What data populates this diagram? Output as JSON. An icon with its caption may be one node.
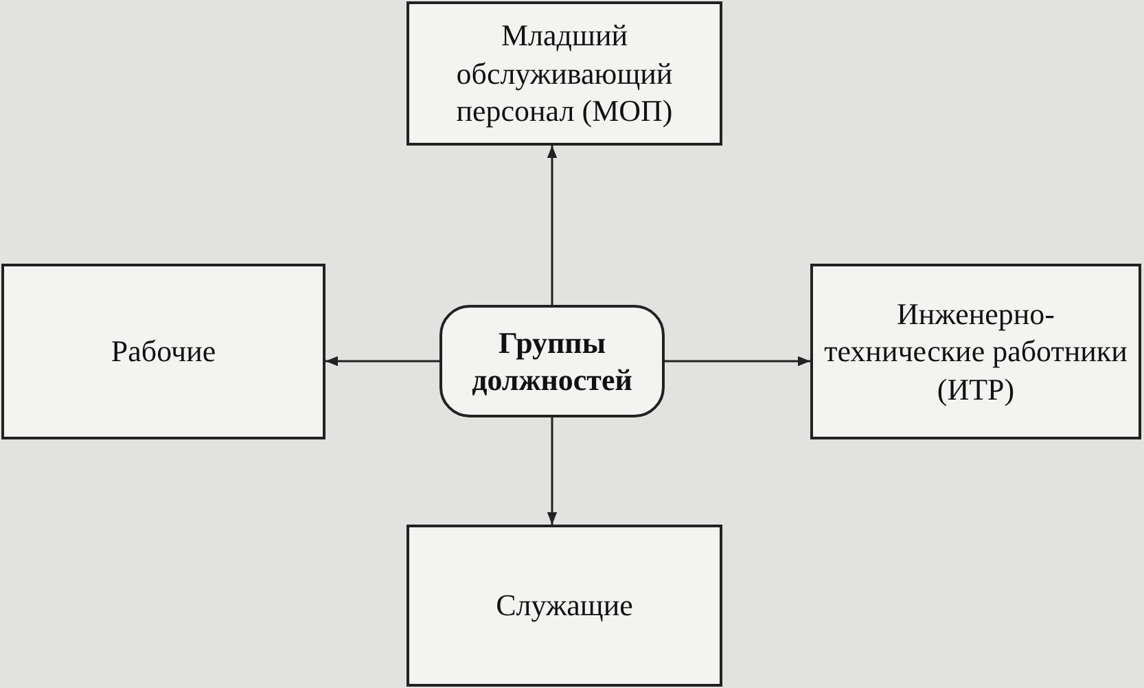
{
  "diagram": {
    "nodes": [
      {
        "text": [
          "Группы должностей"
        ]
      },
      {
        "text": [
          "Младший обслуживающий персонал (МОП)"
        ]
      },
      {
        "text": [
          "Рабочие"
        ]
      },
      {
        "text": [
          "Инженерно-технические работники (ИТР)"
        ]
      },
      {
        "text": [
          "Служащие"
        ]
      }
    ],
    "edges": [
      {
        "from": 0,
        "to": 1,
        "arrow": "to"
      },
      {
        "from": 0,
        "to": 2,
        "arrow": "to"
      },
      {
        "from": 0,
        "to": 3,
        "arrow": "to"
      },
      {
        "from": 0,
        "to": 4,
        "arrow": "to"
      }
    ]
  }
}
